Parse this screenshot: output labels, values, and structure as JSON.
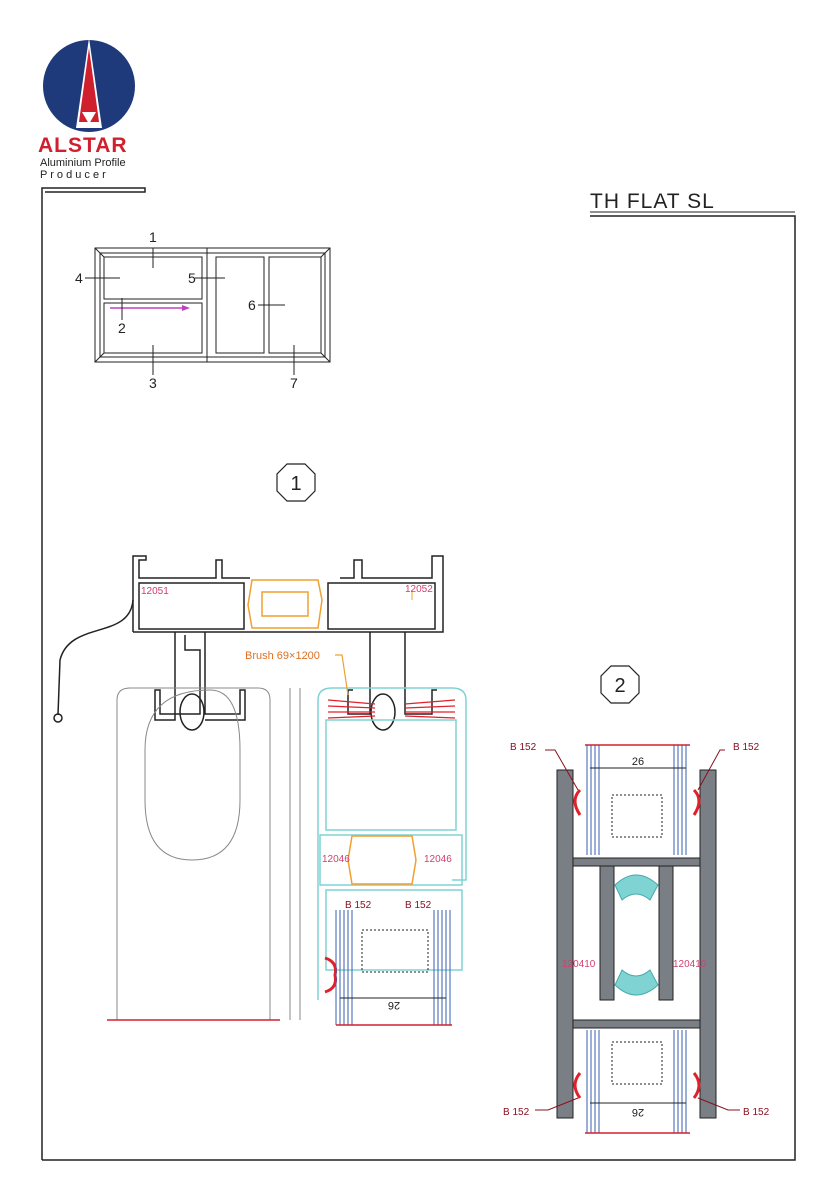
{
  "logo": {
    "brand": "ALSTAR",
    "line1": "Aluminium Profile",
    "line2": "P r o d u c e r"
  },
  "title": "TH FLAT SL",
  "plan": {
    "labels": [
      "1",
      "2",
      "3",
      "4",
      "5",
      "6",
      "7"
    ]
  },
  "section_markers": [
    "1",
    "2"
  ],
  "section1": {
    "left_profile": "12051",
    "right_profile": "12052",
    "brush_label": "Brush 69×1200",
    "sash_left": "12046",
    "sash_right": "12046",
    "gasket_left": "B 152",
    "gasket_right": "B 152",
    "glass_dim": "26"
  },
  "section2": {
    "gasket_tl": "B 152",
    "gasket_tr": "B 152",
    "gasket_bl": "B 152",
    "gasket_br": "B 152",
    "glass_dim_top": "26",
    "glass_dim_bottom": "26",
    "profile_left": "120410",
    "profile_right": "120410"
  },
  "colors": {
    "brand_red": "#d0202e",
    "brand_blue": "#1f3a7a",
    "profile": "#222222",
    "sash_cyan": "#7fd3d3",
    "thermal": "#f0a030",
    "gasket": "#e0202a",
    "label_pink": "#d04070",
    "glass_blue": "#3a5fb0",
    "fill_grey": "#7a7f85"
  }
}
